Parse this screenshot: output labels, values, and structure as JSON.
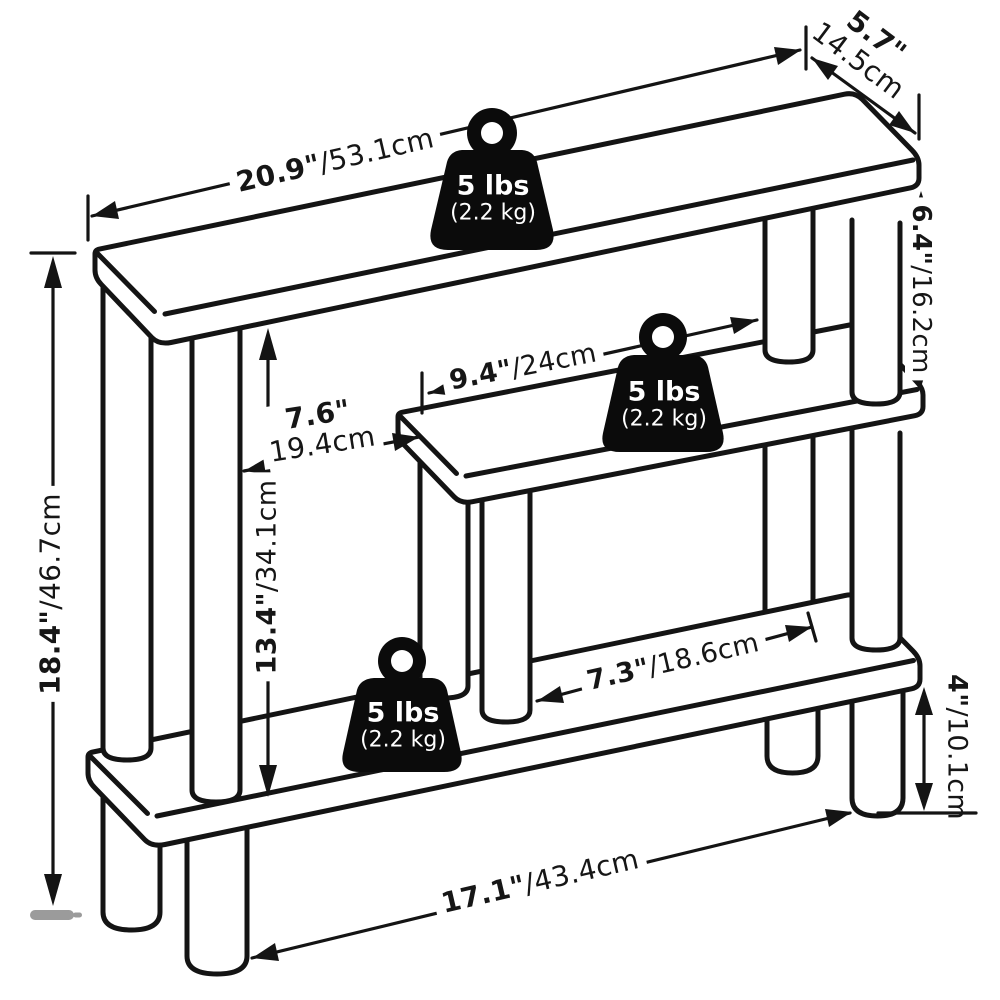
{
  "diagram": {
    "type": "product-dimensions-3-tier-shelf",
    "background": "#ffffff",
    "line_color": "#141414",
    "ground_mark_color": "#9b9b9b",
    "dimensions": {
      "top_length": {
        "imperial": "20.9\"",
        "metric": "/53.1cm"
      },
      "top_depth": {
        "imperial": "5.7\"",
        "metric": "14.5cm"
      },
      "top_to_middle_shelf": {
        "imperial": "6.4\"",
        "metric": "/16.2cm"
      },
      "middle_shelf_clearance": {
        "imperial": "9.4\"",
        "metric": "/24cm"
      },
      "middle_shelf_height": {
        "imperial": "7.6\"",
        "metric": "19.4cm"
      },
      "top_to_bottom_shelf": {
        "imperial": "13.4\"",
        "metric": "/34.1cm"
      },
      "total_height": {
        "imperial": "18.4\"",
        "metric": "/46.7cm"
      },
      "middle_leg_gap": {
        "imperial": "7.3\"",
        "metric": "/18.6cm"
      },
      "foot_height": {
        "imperial": "4\"",
        "metric": "/10.1cm"
      },
      "bottom_length": {
        "imperial": "17.1\"",
        "metric": "/43.4cm"
      }
    },
    "weight_capacity": {
      "top_shelf": {
        "pounds": "5 lbs",
        "kilograms": "(2.2 kg)"
      },
      "middle_shelf": {
        "pounds": "5 lbs",
        "kilograms": "(2.2 kg)"
      },
      "bottom_shelf": {
        "pounds": "5 lbs",
        "kilograms": "(2.2 kg)"
      }
    }
  }
}
